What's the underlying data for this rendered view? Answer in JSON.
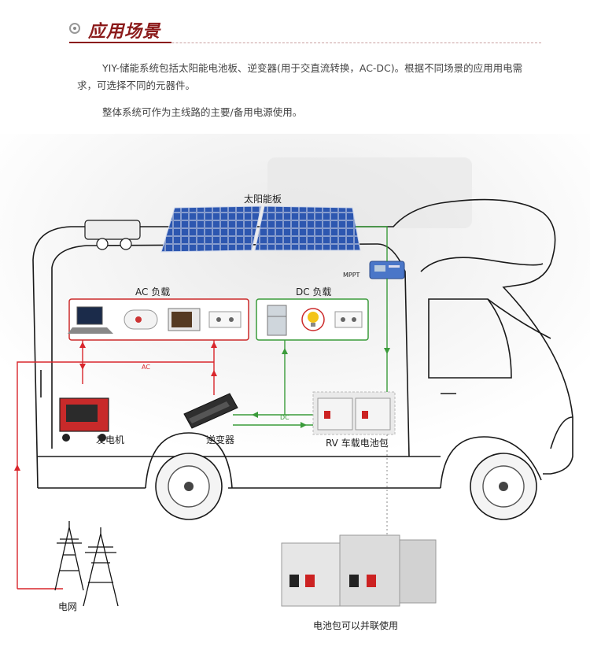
{
  "header": {
    "title": "应用场景"
  },
  "intro": {
    "paragraph1": "YIY-储能系统包括太阳能电池板、逆变器(用于交直流转换，AC-DC)。根据不同场景的应用用电需求，可选择不同的元器件。",
    "paragraph2": "整体系统可作为主线路的主要/备用电源使用。"
  },
  "diagram": {
    "solar_panel": "太阳能板",
    "mppt": "MPPT",
    "ac_load": "AC 负载",
    "dc_load": "DC 负载",
    "ac_line": "AC",
    "dc_line": "DC",
    "generator": "发电机",
    "inverter": "逆变器",
    "battery_pack": "RV 车载电池包",
    "grid": "电网",
    "parallel_note": "电池包可以并联使用"
  },
  "colors": {
    "accent": "#8b1a1a",
    "ac_line": "#d9262c",
    "dc_line": "#3a9b3a"
  }
}
